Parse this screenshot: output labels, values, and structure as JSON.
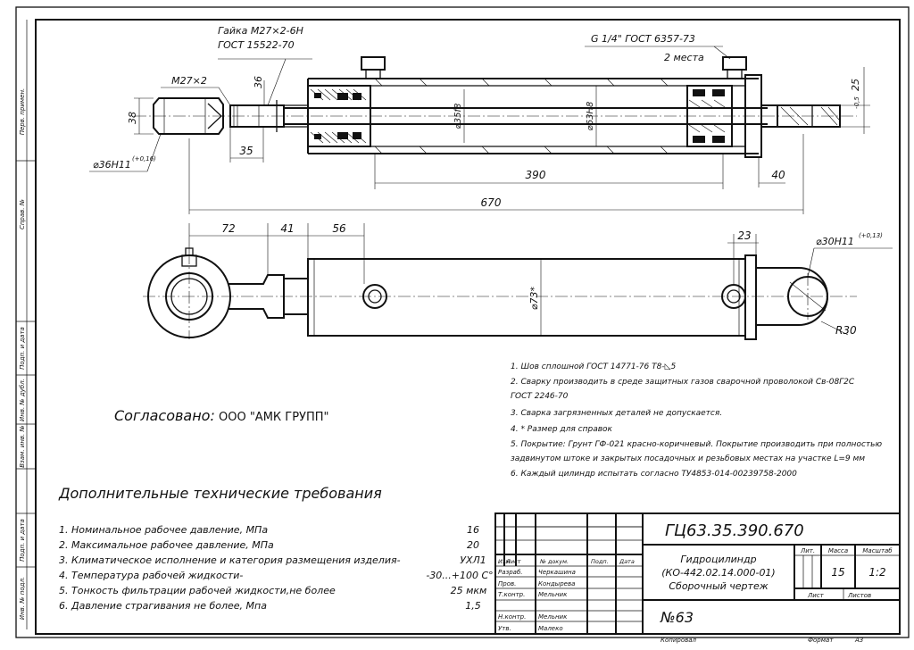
{
  "drawing": {
    "side_stamps": [
      "Перв. примен.",
      "Справ. №",
      "Подп. и дата",
      "Инв. № дубл.",
      "Взам. инв. №",
      "Подп. и дата",
      "Инв. № подл."
    ],
    "top_view": {
      "nut_label_1": "Гайка М27×2-6Н",
      "nut_label_2": "ГОСТ 15522-70",
      "port_label_1": "G 1/4\" ГОСТ 6357-73",
      "port_label_2": "2 места",
      "thread": "М27×2",
      "d38": "38",
      "d36": "36",
      "d35": "35",
      "d36h11": "⌀36Н11",
      "d36h11_tol": "(+0,16)",
      "d35f8": "⌀35f8",
      "d63h8": "⌀63Н8",
      "d25": "25",
      "d25_tol": "-0,5",
      "len_390": "390",
      "len_40": "40",
      "len_670": "670"
    },
    "bottom_view": {
      "d72": "72",
      "d41": "41",
      "d56": "56",
      "d23": "23",
      "d30h11": "⌀30Н11",
      "d30h11_tol": "(+0,13)",
      "d73": "⌀73*",
      "r30": "R30"
    },
    "notes": [
      "1. Шов сплошной ГОСТ 14771-76 Т8-◺5",
      "2. Сварку производить в среде защитных газов сварочной проволокой Св-08Г2С",
      "ГОСТ 2246-70",
      "3. Сварка загрязненных деталей не допускается.",
      "4. * Размер для справок",
      "5. Покрытие: Грунт ГФ-021 красно-коричневый. Покрытие производить при полностью",
      "задвинутом штоке и закрытых посадочных и резьбовых местах на участке L=9 мм",
      "6. Каждый цилиндр испытать согласно ТУ4853-014-00239758-2000"
    ],
    "agreed": "Согласовано:",
    "agreed_org": "ООО \"АМК ГРУПП\"",
    "tech_req_title": "Дополнительные технические требования",
    "tech_req": [
      {
        "text": "1. Номинальное рабочее давление, МПа",
        "value": "16"
      },
      {
        "text": "2. Максимальное рабочее давление, МПа",
        "value": "20"
      },
      {
        "text": "3. Климатическое исполнение и категория размещения изделия-",
        "value": "УХЛ1"
      },
      {
        "text": "4. Температура рабочей жидкости-",
        "value": "-30...+100 С°"
      },
      {
        "text": "5. Тонкость фильтрации рабочей жидкости,не более",
        "value": "25 мкм"
      },
      {
        "text": "6. Давление страгивания не более, Мпа",
        "value": "1,5"
      }
    ]
  },
  "title_block": {
    "designation": "ГЦ63.35.390.670",
    "name_1": "Гидроцилиндр",
    "name_2": "(КО-442.02.14.000-01)",
    "name_3": "Сборочный чертеж",
    "header_izm": "Изм",
    "header_list": "Лист",
    "header_docnum": "№ докум.",
    "header_podp": "Подп.",
    "header_data": "Дата",
    "row_razrab": "Разраб.",
    "row_prov": "Пров.",
    "row_tkontr": "Т.контр.",
    "row_nkontr": "Н.контр.",
    "row_utv": "Утв.",
    "name_razrab": "Черкашина",
    "name_prov": "Кондырева",
    "name_tkontr": "Мельник",
    "name_nkontr": "Мельник",
    "name_utv": "Малеко",
    "lit_label": "Лит.",
    "mass_label": "Масса",
    "scale_label": "Масштаб",
    "mass_value": "15",
    "scale_value": "1:2",
    "sheet_label": "Лист",
    "sheets_label": "Листов",
    "number": "№63",
    "copied": "Копировал",
    "format_label": "Формат",
    "format_value": "А3"
  }
}
